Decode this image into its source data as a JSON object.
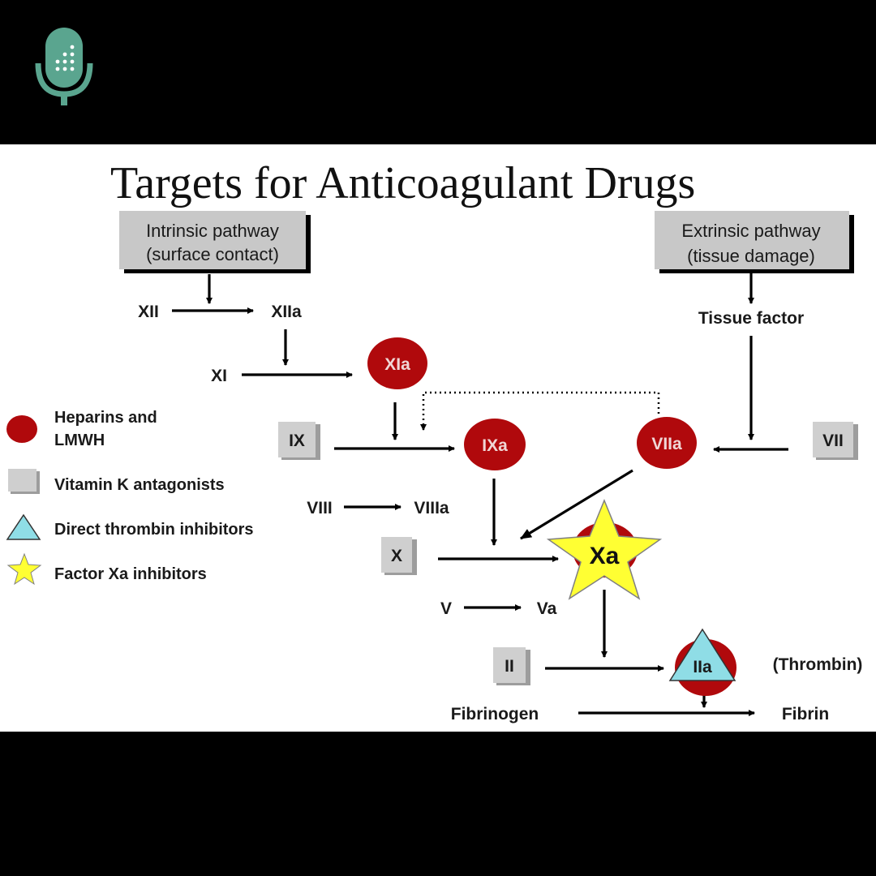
{
  "logo": {
    "icon": "podcast-microphone-icon",
    "color": "#5aa58f"
  },
  "title": "Targets for Anticoagulant Drugs",
  "intrinsic": {
    "line1": "Intrinsic pathway",
    "line2": "(surface contact)"
  },
  "extrinsic": {
    "line1": "Extrinsic pathway",
    "line2": "(tissue damage)"
  },
  "factors": {
    "xii": "XII",
    "xiia": "XIIa",
    "xi": "XI",
    "xia": "XIa",
    "ix": "IX",
    "ixa": "IXa",
    "viia": "VIIa",
    "vii": "VII",
    "tissue_factor": "Tissue factor",
    "viii": "VIII",
    "viiia": "VIIIa",
    "x": "X",
    "xa": "Xa",
    "v": "V",
    "va": "Va",
    "ii": "II",
    "iia": "IIa",
    "thrombin": "(Thrombin)",
    "fibrinogen": "Fibrinogen",
    "fibrin": "Fibrin"
  },
  "legend": {
    "heparins_line1": "Heparins and",
    "heparins_line2": "LMWH",
    "vitamin_k": "Vitamin K antagonists",
    "thrombin_inhibitors": "Direct thrombin inhibitors",
    "xa_inhibitors": "Factor Xa inhibitors"
  },
  "colors": {
    "heparin_red": "#b0090c",
    "vitk_gray": "#c9c9c9",
    "thrombin_inhibitor_cyan": "#8fdde6",
    "xa_inhibitor_yellow": "#ffff33",
    "logo_green": "#5aa58f"
  }
}
